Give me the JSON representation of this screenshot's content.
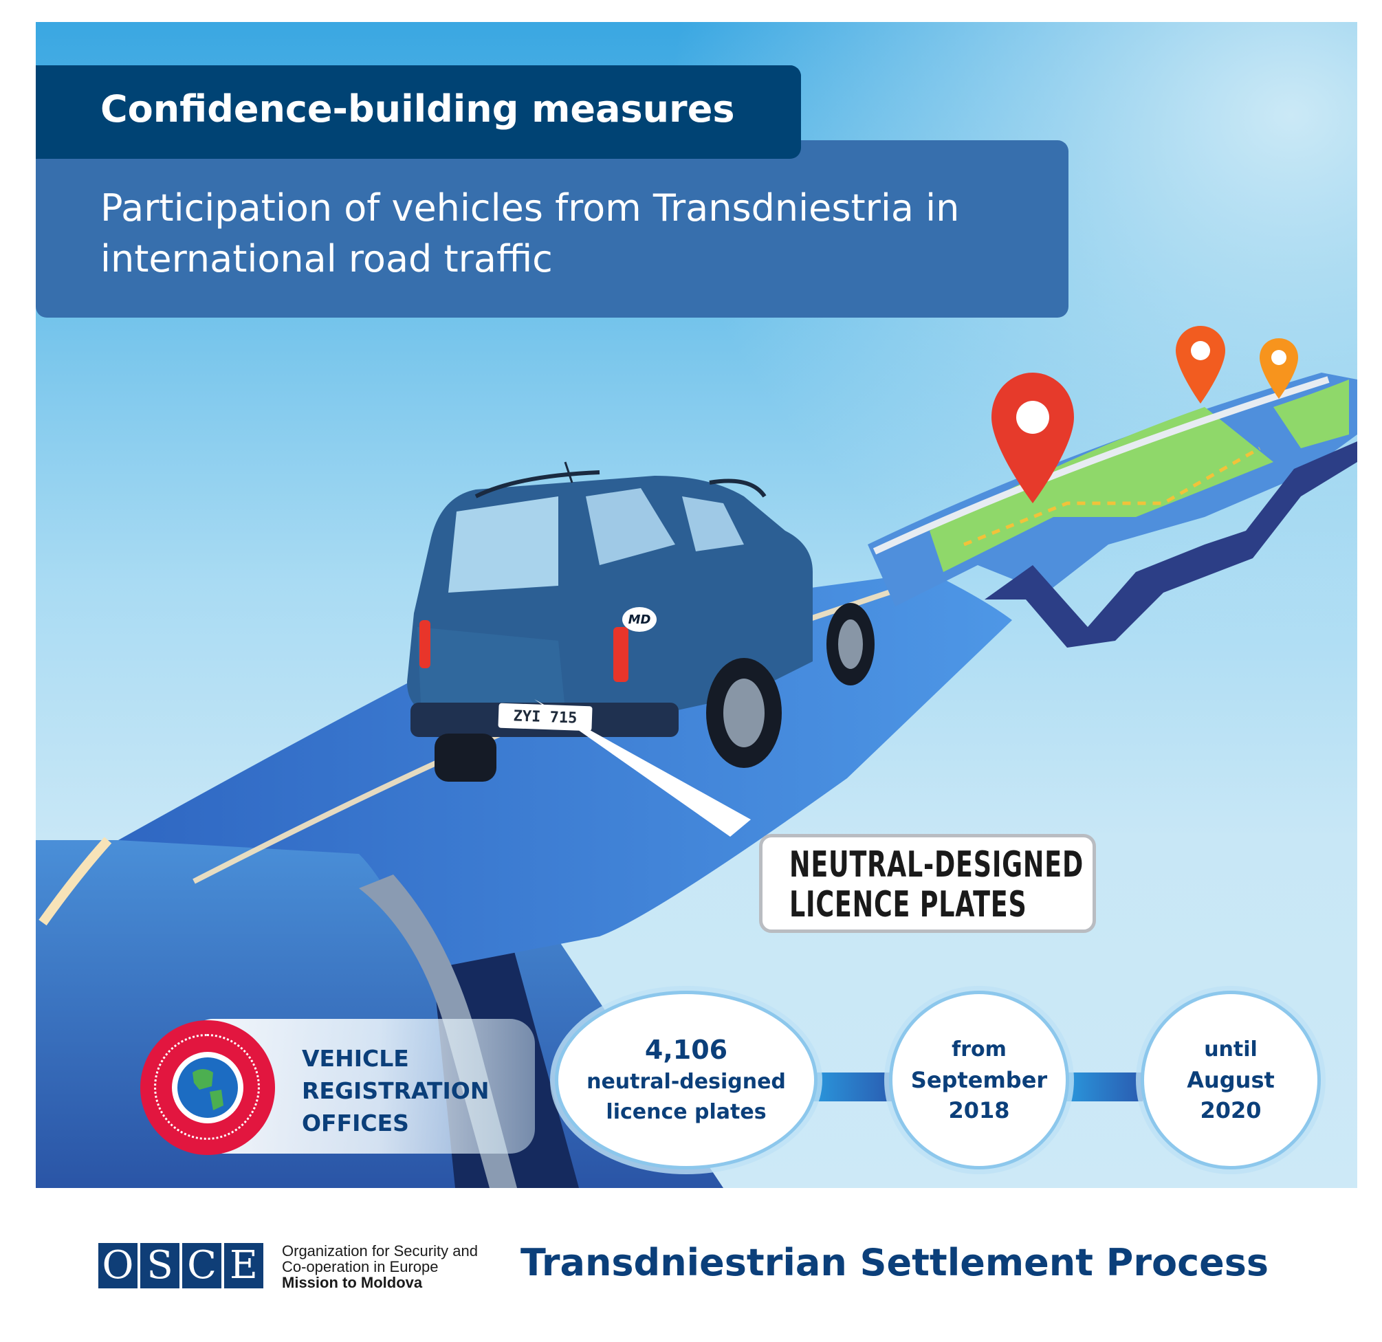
{
  "header": {
    "category": "Confidence-building measures",
    "title": "Participation of vehicles from Transdniestria in international road traffic"
  },
  "car": {
    "country_sticker": "MD",
    "plate_number": "ZYI 715"
  },
  "callout": {
    "line1": "NEUTRAL-DESIGNED",
    "line2": "LICENCE PLATES"
  },
  "registration": {
    "label": "VEHICLE REGISTRATION OFFICES"
  },
  "stats": {
    "count": "4,106",
    "count_caption": "neutral-designed licence plates",
    "from_label": "from",
    "from_date": "September 2018",
    "until_label": "until",
    "until_date": "August 2020"
  },
  "footer": {
    "logo_letters": [
      "O",
      "S",
      "C",
      "E"
    ],
    "org_line1": "Organization for Security and",
    "org_line2": "Co-operation in Europe",
    "org_line3": "Mission to Moldova",
    "program": "Transdniestrian Settlement Process"
  },
  "colors": {
    "dark_blue": "#004374",
    "mid_blue": "#376fad",
    "text_blue": "#0b3f7a",
    "accent_red": "#e2163f",
    "road_blue": "#3f7fd0"
  },
  "icons": [
    "map-pin-icon",
    "globe-icon",
    "car-icon"
  ]
}
